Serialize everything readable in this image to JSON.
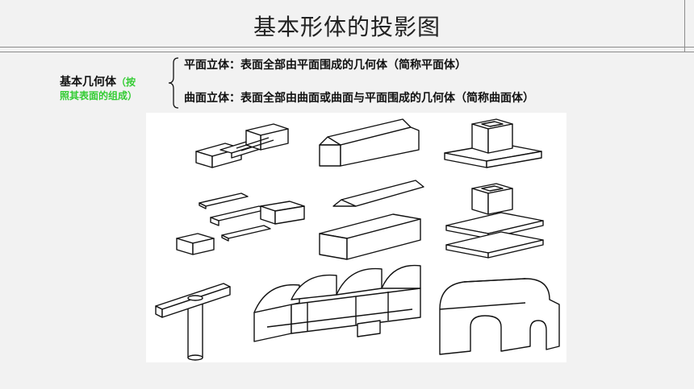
{
  "title": "基本形体的投影图",
  "classification": {
    "label": "基本几何体",
    "note_part1": "（按",
    "note_part2": "照其表面的组成）",
    "items": [
      "平面立体：表面全部由平面围成的几何体（简称平面体）",
      "曲面立体：表面全部由曲面或曲面与平面围成的几何体（简称曲面体）"
    ]
  },
  "colors": {
    "note": "#33cc33",
    "background": "#f2f2f2",
    "divider": "#8c8c8c"
  }
}
